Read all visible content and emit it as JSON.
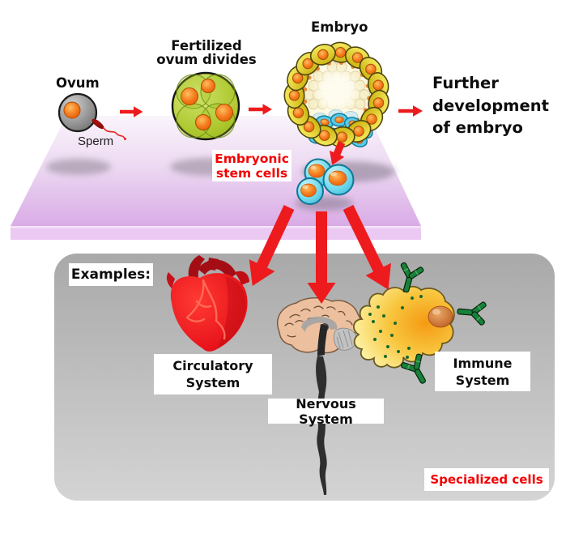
{
  "labels": {
    "ovum": "Ovum",
    "sperm": "Sperm",
    "fertilized": "Fertilized\novum divides",
    "embryo": "Embryo",
    "further": "Further\ndevelopment\nof embryo",
    "embryonic_stem_cells": "Embryonic\nstem cells"
  },
  "examples": {
    "title": "Examples:",
    "circulatory": "Circulatory\nSystem",
    "nervous": "Nervous System",
    "immune": "Immune\nSystem",
    "specialized": "Specialized cells"
  },
  "colors": {
    "arrow_red": "#ed1b1e",
    "red_label_text": "#f40000",
    "surface_purple": "#dcb2e8",
    "examples_box_gray": "#b5b5b5",
    "embryo_cell_yellow": "#e8d32c",
    "stem_cell_blue": "#44c0e0",
    "nucleus_orange": "#f07818",
    "heart_red": "#e8131b",
    "brain_tan": "#ecc09f",
    "antibody_green": "#18813a"
  }
}
